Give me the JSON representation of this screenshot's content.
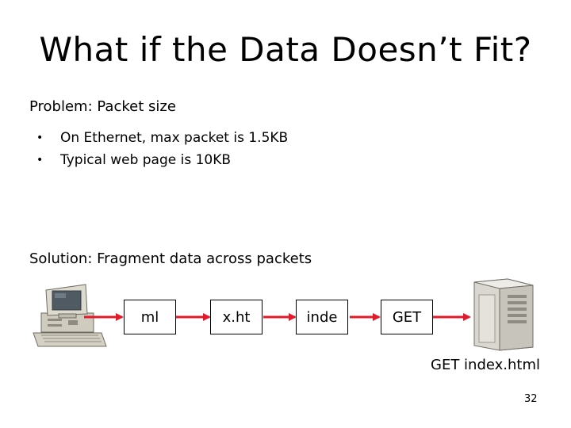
{
  "slide": {
    "title": "What if the Data Doesn’t Fit?",
    "problem": "Problem: Packet size",
    "bullets": [
      "On Ethernet, max packet is 1.5KB",
      "Typical web page is 10KB"
    ],
    "solution": "Solution: Fragment data across packets",
    "packets": [
      "ml",
      "x.ht",
      "inde",
      "GET"
    ],
    "caption": "GET index.html",
    "page_number": "32"
  },
  "icons": {
    "client": "desktop-computer-icon",
    "server": "server-tower-icon"
  },
  "colors": {
    "arrow": "#e11b2b",
    "text": "#000000",
    "background": "#ffffff"
  }
}
